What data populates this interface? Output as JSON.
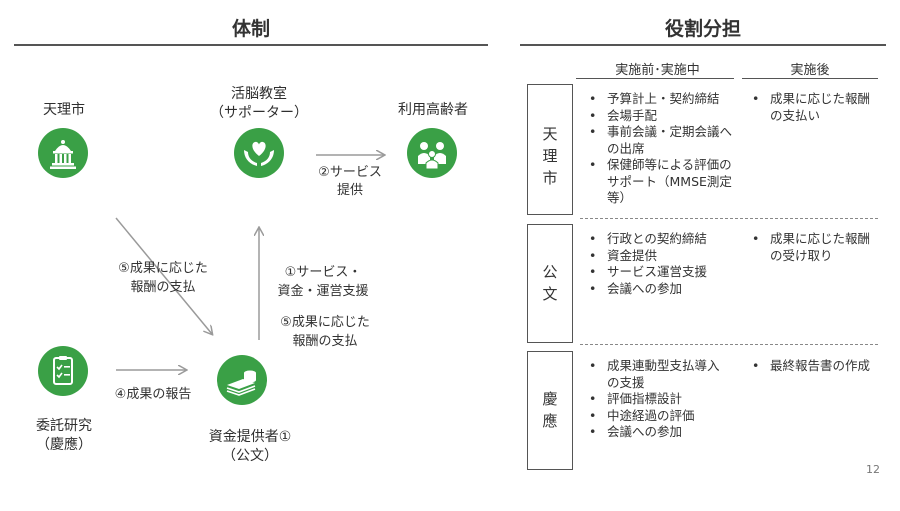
{
  "left": {
    "title": "体制",
    "nodes": {
      "city": {
        "label": "天理市",
        "icon": "government-building-icon"
      },
      "classroom": {
        "label_line1": "活脳教室",
        "label_line2": "（サポーター）",
        "icon": "heart-hands-icon"
      },
      "elderly": {
        "label": "利用高齢者",
        "icon": "people-group-icon"
      },
      "research": {
        "label_line1": "委託研究",
        "label_line2": "（慶應）",
        "icon": "clipboard-check-icon"
      },
      "funder": {
        "label_line1": "資金提供者①",
        "label_line2": "（公文）",
        "icon": "money-stack-icon"
      }
    },
    "edges": {
      "service": {
        "line1": "②サービス",
        "line2": "提供"
      },
      "reward_city": {
        "line1": "⑤成果に応じた",
        "line2": "報酬の支払"
      },
      "support": {
        "line1": "①サービス・",
        "line2": "資金・運営支援"
      },
      "reward_classroom": {
        "line1": "⑤成果に応じた",
        "line2": "報酬の支払"
      },
      "report": {
        "label": "④成果の報告"
      }
    }
  },
  "right": {
    "title": "役割分担",
    "columns": [
      "実施前･実施中",
      "実施後"
    ],
    "rows": [
      {
        "org": [
          "天",
          "理",
          "市"
        ],
        "before": [
          "予算計上・契約締結",
          "会場手配",
          "事前会議・定期会議への出席",
          "保健師等による評価のサポート（MMSE測定等）"
        ],
        "after": [
          "成果に応じた報酬の支払い"
        ]
      },
      {
        "org": [
          "公",
          "文"
        ],
        "before": [
          "行政との契約締結",
          "資金提供",
          "サービス運営支援",
          "会議への参加"
        ],
        "after": [
          "成果に応じた報酬の受け取り"
        ]
      },
      {
        "org": [
          "慶",
          "應"
        ],
        "before": [
          "成果連動型支払導入の支援",
          "評価指標設計",
          "中途経過の評価",
          "会議への参加"
        ],
        "after": [
          "最終報告書の作成"
        ]
      }
    ]
  },
  "page_number": "12",
  "colors": {
    "icon_green": "#3aa046",
    "rule": "#555555"
  }
}
